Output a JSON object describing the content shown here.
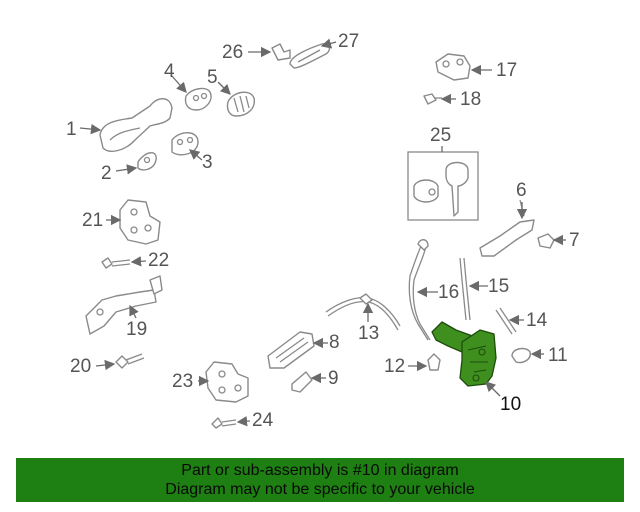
{
  "diagram": {
    "highlighted_part": "10",
    "callouts": [
      "1",
      "2",
      "3",
      "4",
      "5",
      "6",
      "7",
      "8",
      "9",
      "10",
      "11",
      "12",
      "13",
      "14",
      "15",
      "16",
      "17",
      "18",
      "19",
      "20",
      "21",
      "22",
      "23",
      "24",
      "25",
      "26",
      "27"
    ]
  },
  "banner": {
    "line1": "Part or sub-assembly is #10 in diagram",
    "line2": "Diagram may not be specific to your vehicle",
    "color": "#1e7f12"
  },
  "highlight_color": "#3f8f1f"
}
